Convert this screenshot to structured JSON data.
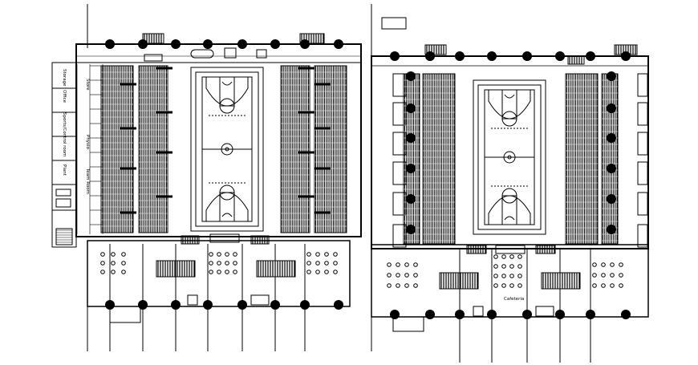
{
  "left_plan": {
    "room_labels": [
      "Storage",
      "Office",
      "Store",
      "Sports/Control room",
      "Physio",
      "Team Room",
      "Plant"
    ]
  },
  "right_plan": {
    "cafeteria_label": "Cafeteria"
  },
  "colors": {
    "line": "#000000",
    "background": "#ffffff"
  }
}
